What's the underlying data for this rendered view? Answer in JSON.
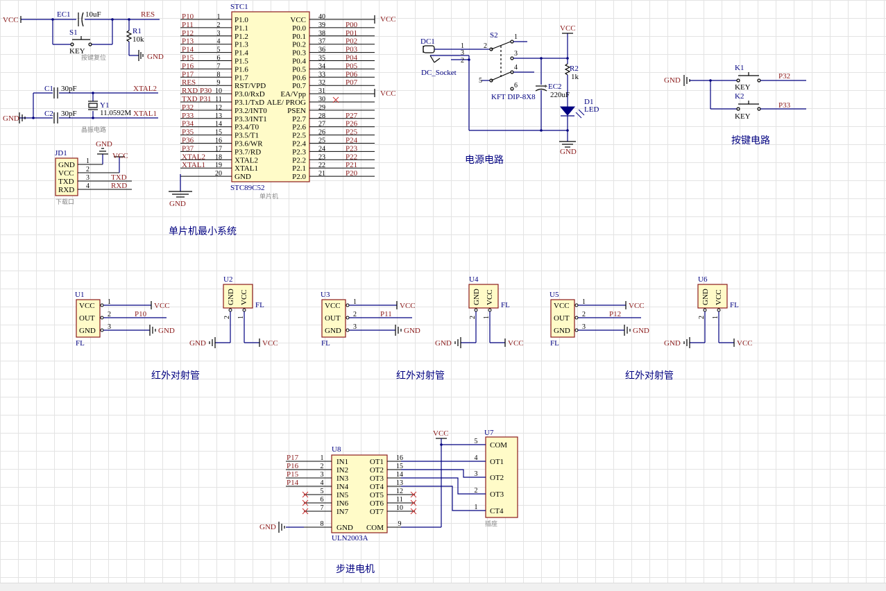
{
  "mcu": {
    "ref": "STC1",
    "part": "STC89C52",
    "caption": "单片机",
    "left_pins": [
      {
        "num": "1",
        "name": "P1.0",
        "net": "P10"
      },
      {
        "num": "2",
        "name": "P1.1",
        "net": "P11"
      },
      {
        "num": "3",
        "name": "P1.2",
        "net": "P12"
      },
      {
        "num": "4",
        "name": "P1.3",
        "net": "P13"
      },
      {
        "num": "5",
        "name": "P1.4",
        "net": "P14"
      },
      {
        "num": "6",
        "name": "P1.5",
        "net": "P15"
      },
      {
        "num": "7",
        "name": "P1.6",
        "net": "P16"
      },
      {
        "num": "8",
        "name": "P1.7",
        "net": "P17"
      },
      {
        "num": "9",
        "name": "RST/VPD",
        "net": "RES"
      },
      {
        "num": "10",
        "name": "P3.0/RxD",
        "net": "RXD P30"
      },
      {
        "num": "11",
        "name": "P3.1/TxD",
        "net": "TXD P31"
      },
      {
        "num": "12",
        "name": "P3.2/INT0",
        "net": "P32"
      },
      {
        "num": "13",
        "name": "P3.3/INT1",
        "net": "P33"
      },
      {
        "num": "14",
        "name": "P3.4/T0",
        "net": "P34"
      },
      {
        "num": "15",
        "name": "P3.5/T1",
        "net": "P35"
      },
      {
        "num": "16",
        "name": "P3.6/WR",
        "net": "P36"
      },
      {
        "num": "17",
        "name": "P3.7/RD",
        "net": "P37"
      },
      {
        "num": "18",
        "name": "XTAL2",
        "net": "XTAL2"
      },
      {
        "num": "19",
        "name": "XTAL1",
        "net": "XTAL1"
      },
      {
        "num": "20",
        "name": "GND",
        "net": ""
      }
    ],
    "right_pins": [
      {
        "num": "40",
        "name": "VCC",
        "net": ""
      },
      {
        "num": "39",
        "name": "P0.0",
        "net": "P00"
      },
      {
        "num": "38",
        "name": "P0.1",
        "net": "P01"
      },
      {
        "num": "37",
        "name": "P0.2",
        "net": "P02"
      },
      {
        "num": "36",
        "name": "P0.3",
        "net": "P03"
      },
      {
        "num": "35",
        "name": "P0.4",
        "net": "P04"
      },
      {
        "num": "34",
        "name": "P0.5",
        "net": "P05"
      },
      {
        "num": "33",
        "name": "P0.6",
        "net": "P06"
      },
      {
        "num": "32",
        "name": "P0.7",
        "net": "P07"
      },
      {
        "num": "31",
        "name": "EA/Vpp",
        "net": ""
      },
      {
        "num": "30",
        "name": "ALE/ PROG",
        "net": ""
      },
      {
        "num": "29",
        "name": "PSEN",
        "net": ""
      },
      {
        "num": "28",
        "name": "P2.7",
        "net": "P27"
      },
      {
        "num": "27",
        "name": "P2.6",
        "net": "P26"
      },
      {
        "num": "26",
        "name": "P2.5",
        "net": "P25"
      },
      {
        "num": "25",
        "name": "P2.4",
        "net": "P24"
      },
      {
        "num": "24",
        "name": "P2.3",
        "net": "P23"
      },
      {
        "num": "23",
        "name": "P2.2",
        "net": "P22"
      },
      {
        "num": "22",
        "name": "P2.1",
        "net": "P21"
      },
      {
        "num": "21",
        "name": "P2.0",
        "net": "P20"
      }
    ]
  },
  "labels": {
    "vcc": "VCC",
    "gnd": "GND",
    "res": "RES",
    "xtal1": "XTAL1",
    "xtal2": "XTAL2",
    "txd": "TXD",
    "rxd": "RXD",
    "fl": "FL",
    "key": "KEY",
    "p10": "P10",
    "p11": "P11",
    "p12": "P12",
    "p32": "P32",
    "p33": "P33"
  },
  "reset": {
    "cap_ref": "EC1",
    "cap_value": "10uF",
    "switch_ref": "S1",
    "res_ref": "R1",
    "res_value": "10k",
    "caption": "按键复位"
  },
  "crystal": {
    "c1_ref": "C1",
    "c1_value": "30pF",
    "c2_ref": "C2",
    "c2_value": "30pF",
    "xtal_ref": "Y1",
    "xtal_value": "11.0592M",
    "caption": "晶振电路"
  },
  "download": {
    "ref": "JD1",
    "pins": [
      "GND",
      "VCC",
      "TXD",
      "RXD"
    ],
    "pin_nums": [
      "1",
      "2",
      "3",
      "4"
    ],
    "caption": "下载口"
  },
  "power": {
    "dc_ref": "DC1",
    "dc_part": "DC_Socket",
    "switch_ref": "S2",
    "switch_part": "KFT DIP-8X8",
    "cap_ref": "EC2",
    "cap_value": "220uF",
    "res_ref": "R2",
    "res_value": "1k",
    "led_ref": "D1",
    "led_part": "LED",
    "title": "电源电路"
  },
  "keys": {
    "k1_ref": "K1",
    "k2_ref": "K2",
    "title": "按键电路"
  },
  "ir_modules": [
    {
      "ref": "U1",
      "pins": [
        "VCC",
        "OUT",
        "GND"
      ],
      "net": "P10"
    },
    {
      "ref": "U3",
      "pins": [
        "VCC",
        "OUT",
        "GND"
      ],
      "net": "P11"
    },
    {
      "ref": "U5",
      "pins": [
        "VCC",
        "OUT",
        "GND"
      ],
      "net": "P12"
    }
  ],
  "ir_heads": [
    {
      "ref": "U2",
      "pins": [
        "GND",
        "VCC"
      ]
    },
    {
      "ref": "U4",
      "pins": [
        "GND",
        "VCC"
      ]
    },
    {
      "ref": "U6",
      "pins": [
        "GND",
        "VCC"
      ]
    }
  ],
  "ir_title": "红外对射管",
  "stepper": {
    "driver_ref": "U8",
    "driver_part": "ULN2003A",
    "left_pins": [
      {
        "num": "1",
        "name": "IN1",
        "net": "P17"
      },
      {
        "num": "2",
        "name": "IN2",
        "net": "P16"
      },
      {
        "num": "3",
        "name": "IN3",
        "net": "P15"
      },
      {
        "num": "4",
        "name": "IN4",
        "net": "P14"
      },
      {
        "num": "5",
        "name": "IN5",
        "net": ""
      },
      {
        "num": "6",
        "name": "IN6",
        "net": ""
      },
      {
        "num": "7",
        "name": "IN7",
        "net": ""
      },
      {
        "num": "8",
        "name": "GND",
        "net": ""
      }
    ],
    "right_pins": [
      {
        "num": "16",
        "name": "OT1"
      },
      {
        "num": "15",
        "name": "OT2"
      },
      {
        "num": "14",
        "name": "OT3"
      },
      {
        "num": "13",
        "name": "OT4"
      },
      {
        "num": "12",
        "name": "OT5"
      },
      {
        "num": "11",
        "name": "OT6"
      },
      {
        "num": "10",
        "name": "OT7"
      },
      {
        "num": "9",
        "name": "COM"
      }
    ],
    "conn_ref": "U7",
    "conn_pins": [
      {
        "num": "5",
        "name": "COM"
      },
      {
        "num": "4",
        "name": "OT1"
      },
      {
        "num": "3",
        "name": "OT2"
      },
      {
        "num": "2",
        "name": "OT3"
      },
      {
        "num": "1",
        "name": "CT4"
      }
    ],
    "conn_caption": "插座",
    "title": "步进电机"
  },
  "section_titles": {
    "mcu_min": "单片机最小系统"
  }
}
